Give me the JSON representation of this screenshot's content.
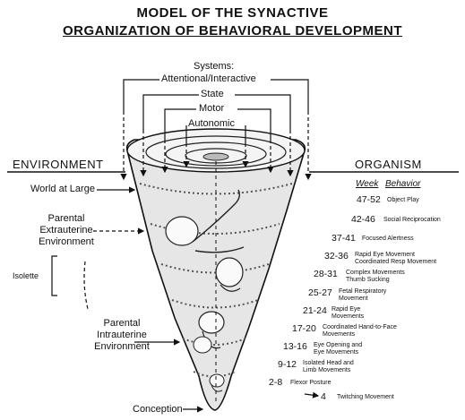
{
  "title": {
    "line1": "MODEL OF THE SYNACTIVE",
    "line2": "ORGANIZATION OF BEHAVIORAL DEVELOPMENT"
  },
  "systems": {
    "heading": "Systems:",
    "items": [
      "Attentional/Interactive",
      "State",
      "Motor",
      "Autonomic"
    ]
  },
  "environment": {
    "heading": "ENVIRONMENT",
    "world": "World at Large",
    "extrauterine": [
      "Parental",
      "Extrauterine",
      "Environment"
    ],
    "isolette": "Isolette",
    "intrauterine": [
      "Parental",
      "Intrauterine",
      "Environment"
    ],
    "conception": "Conception"
  },
  "organism": {
    "heading": "ORGANISM",
    "col_week": "Week",
    "col_behavior": "Behavior",
    "rows": [
      {
        "week": "47-52",
        "behavior": [
          "Object Play"
        ]
      },
      {
        "week": "42-46",
        "behavior": [
          "Social Reciprocation"
        ]
      },
      {
        "week": "37-41",
        "behavior": [
          "Focused Alertness"
        ]
      },
      {
        "week": "32-36",
        "behavior": [
          "Rapid Eye Movement",
          "Coordinated Resp Movement"
        ]
      },
      {
        "week": "28-31",
        "behavior": [
          "Complex Movements",
          "Thumb Sucking"
        ]
      },
      {
        "week": "25-27",
        "behavior": [
          "Fetal Respiratory",
          "Movement"
        ]
      },
      {
        "week": "21-24",
        "behavior": [
          "Rapid Eye",
          "Movements"
        ]
      },
      {
        "week": "17-20",
        "behavior": [
          "Coordinated Hand-to-Face",
          "Movements"
        ]
      },
      {
        "week": "13-16",
        "behavior": [
          "Eye Opening and",
          "Eye Movements"
        ]
      },
      {
        "week": "9-12",
        "behavior": [
          "Isolated Head and",
          "Limb Movements"
        ]
      },
      {
        "week": "2-8",
        "behavior": [
          "Flexor Posture"
        ]
      },
      {
        "week": "4",
        "behavior": [
          "Twitching Movement"
        ]
      }
    ]
  },
  "illustration": {
    "icons": [
      "cone-spiral-illustration",
      "infant-figure",
      "fetus-figure",
      "embryo-figure"
    ]
  }
}
